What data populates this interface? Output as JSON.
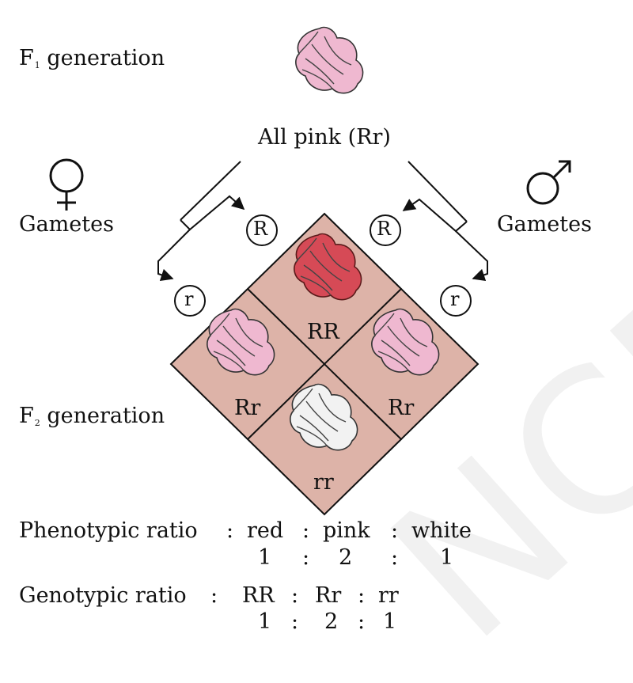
{
  "f1": {
    "label": "F",
    "sub": "1",
    "rest": " generation",
    "caption": "All pink (Rr)"
  },
  "gametes": {
    "female_label": "Gametes",
    "male_label": "Gametes",
    "female_alleles": [
      "R",
      "r"
    ],
    "male_alleles": [
      "R",
      "r"
    ]
  },
  "punnett": {
    "top": "RR",
    "left": "Rr",
    "right": "Rr",
    "bottom": "rr",
    "colors": {
      "cell": "#ddb3a8",
      "red_flower": "#d64a56",
      "pink_flower": "#efb8d0",
      "white_flower": "#f2f2f2"
    }
  },
  "f2": {
    "label": "F",
    "sub": "2",
    "rest": " generation"
  },
  "phenotypic": {
    "title": "Phenotypic ratio",
    "colon": ":",
    "names": [
      "red",
      "pink",
      "white"
    ],
    "values": [
      "1",
      "2",
      "1"
    ]
  },
  "genotypic": {
    "title": "Genotypic ratio",
    "colon": ":",
    "names": [
      "RR",
      "Rr",
      "rr"
    ],
    "values": [
      "1",
      "2",
      "1"
    ]
  },
  "watermark": "NCE"
}
